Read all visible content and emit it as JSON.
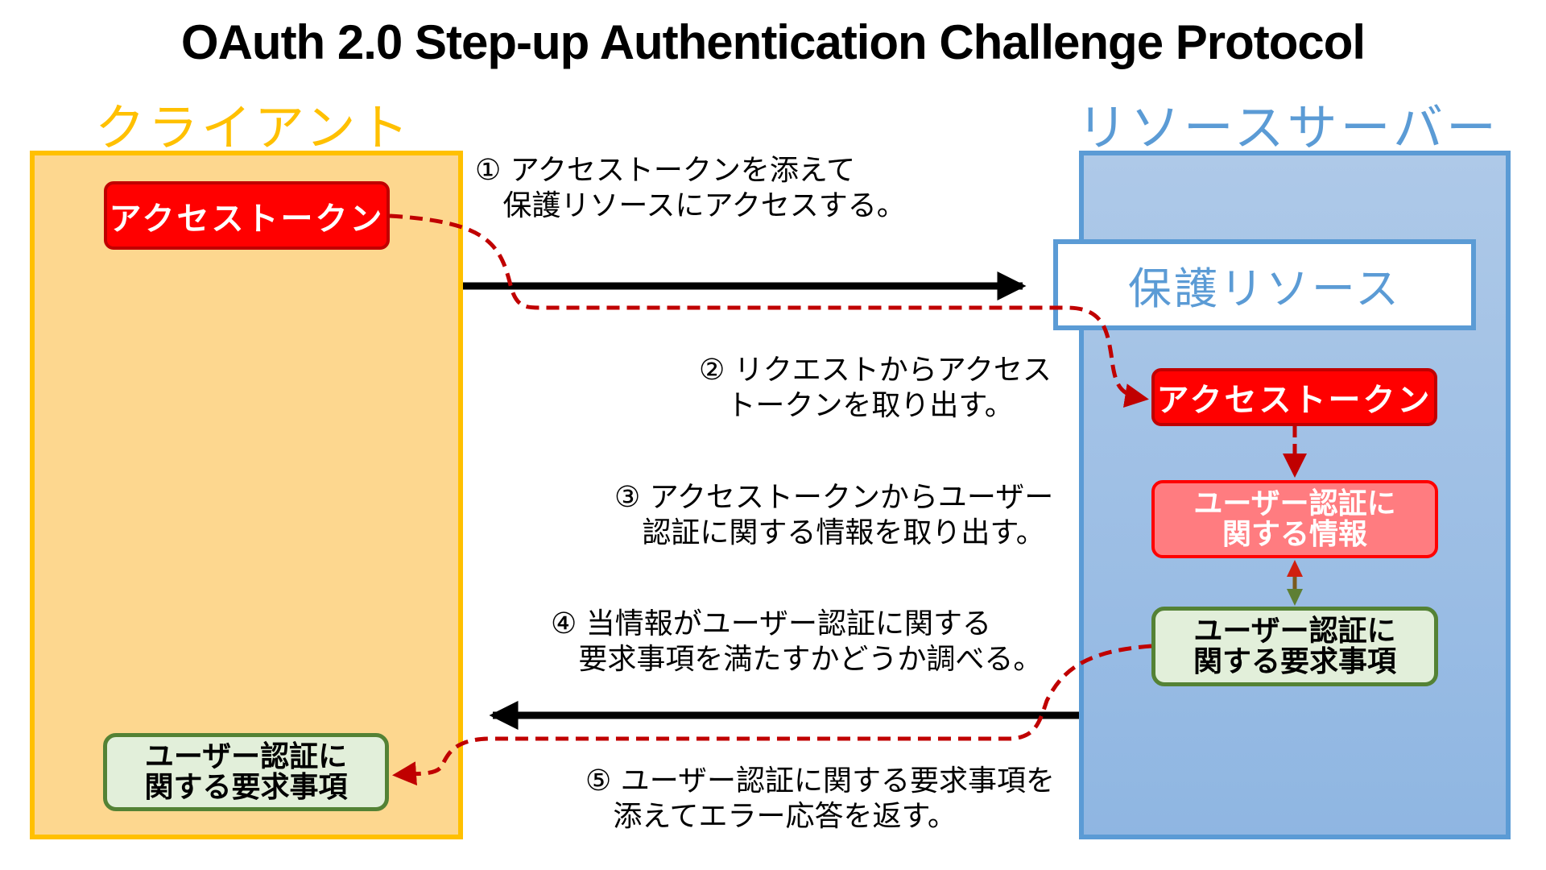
{
  "title": "OAuth 2.0 Step-up Authentication Challenge Protocol",
  "actors": {
    "client": {
      "label": "クライアント",
      "color": "#FFC000",
      "fill": "#FDD78F"
    },
    "resource_server": {
      "label": "リソースサーバー",
      "color": "#5B9BD5",
      "fill": "#A9C6E8"
    }
  },
  "nodes": {
    "client_access_token": "アクセストークン",
    "protected_resource": "保護リソース",
    "server_access_token": "アクセストークン",
    "auth_info": {
      "line1": "ユーザー認証に",
      "line2": "関する情報"
    },
    "server_requirements": {
      "line1": "ユーザー認証に",
      "line2": "関する要求事項"
    },
    "client_requirements": {
      "line1": "ユーザー認証に",
      "line2": "関する要求事項"
    }
  },
  "steps": [
    {
      "num": "①",
      "text": "① アクセストークンを添えて\n   保護リソースにアクセスする。"
    },
    {
      "num": "②",
      "text": "② リクエストからアクセス\n   トークンを取り出す。"
    },
    {
      "num": "③",
      "text": "③ アクセストークンからユーザー\n   認証に関する情報を取り出す。"
    },
    {
      "num": "④",
      "text": "④ 当情報がユーザー認証に関する\n   要求事項を満たすかどうか調べる。"
    },
    {
      "num": "⑤",
      "text": "⑤ ユーザー認証に関する要求事項を\n   添えてエラー応答を返す。"
    }
  ],
  "colors": {
    "token_fill": "#FF0000",
    "token_border": "#C00000",
    "info_fill": "#FF7C80",
    "req_fill": "#E2EFDA",
    "req_border": "#548235",
    "dashed_flow": "#C00000",
    "arrow": "#000000"
  }
}
